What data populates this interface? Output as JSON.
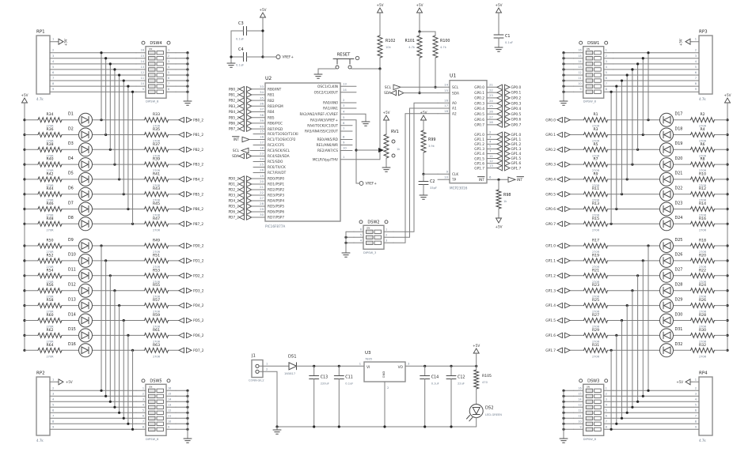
{
  "colors": {
    "background": "#ffffff",
    "wire": "#7d7d7d",
    "component": "#4a4a4a",
    "box_stroke": "#8c8c8c",
    "ref_text": "#1c1c1c",
    "value_text": "#6d7b8c",
    "port_text": "#333333"
  },
  "power": {
    "vcc": "+5V",
    "vref": "VREF+"
  },
  "ports": {
    "scl": "SCL",
    "sda": "SDA",
    "int": "INT"
  },
  "ics": {
    "u2": {
      "ref": "U2",
      "value": "PIC16F877A",
      "left_pins": [
        {
          "num": "33",
          "name": "RB0/INT",
          "port": "PB0_2"
        },
        {
          "num": "34",
          "name": "RB1",
          "port": "PB1_2"
        },
        {
          "num": "35",
          "name": "RB2",
          "port": "PB2_2"
        },
        {
          "num": "36",
          "name": "RB3/PGM",
          "port": "PB3_2"
        },
        {
          "num": "37",
          "name": "RB4",
          "port": "PB4_2"
        },
        {
          "num": "38",
          "name": "RB5",
          "port": "PB5_2"
        },
        {
          "num": "39",
          "name": "RB6/PGC",
          "port": "PB6_2"
        },
        {
          "num": "40",
          "name": "RB7/PGD",
          "port": "PB7_2"
        },
        {
          "num": "15",
          "name": "RC0/T1OSO/T1CKI"
        },
        {
          "num": "16",
          "name": "RC1/T1OSI/CCP2",
          "port": "INT",
          "ptype": "in"
        },
        {
          "num": "17",
          "name": "RC2/CCP1"
        },
        {
          "num": "18",
          "name": "RC3/SCK/SCL",
          "port": "SCL",
          "ptype": "in"
        },
        {
          "num": "23",
          "name": "RC4/SDI/SDA",
          "port": "SDA",
          "ptype": "bi"
        },
        {
          "num": "24",
          "name": "RC5/SDO"
        },
        {
          "num": "25",
          "name": "RC6/TX/CK"
        },
        {
          "num": "26",
          "name": "RC7/RX/DT"
        },
        {
          "num": "19",
          "name": "RD0/PSP0",
          "port": "PD0_2"
        },
        {
          "num": "20",
          "name": "RD1/PSP1",
          "port": "PD1_2"
        },
        {
          "num": "21",
          "name": "RD2/PSP2",
          "port": "PD2_2"
        },
        {
          "num": "22",
          "name": "RD3/PSP3",
          "port": "PD3_2"
        },
        {
          "num": "27",
          "name": "RD4/PSP4",
          "port": "PD4_2"
        },
        {
          "num": "28",
          "name": "RD5/PSP5",
          "port": "PD5_2"
        },
        {
          "num": "29",
          "name": "RD6/PSP6",
          "port": "PD6_2"
        },
        {
          "num": "30",
          "name": "RD7/PSP7",
          "port": "PD7_2"
        }
      ],
      "right_pins": [
        {
          "num": "13",
          "name": "OSC1/CLKIN"
        },
        {
          "num": "14",
          "name": "OSC2/CLKOUT"
        },
        {
          "num": "2",
          "name": "RA0/AN0"
        },
        {
          "num": "3",
          "name": "RA1/AN1"
        },
        {
          "num": "4",
          "name": "RA2/AN2/VREF-/CVREF"
        },
        {
          "num": "5",
          "name": "RA3/AN3/VREF+"
        },
        {
          "num": "6",
          "name": "RA4/T0CKI/C1OUT"
        },
        {
          "num": "7",
          "name": "RA5/AN4/SS/C2OUT"
        },
        {
          "num": "8",
          "name": "RE0/AN5/RD"
        },
        {
          "num": "9",
          "name": "RE1/AN6/WR"
        },
        {
          "num": "10",
          "name": "RE2/AN7/CS"
        },
        {
          "num": "1",
          "name": "MCLR/Vpp/THV"
        }
      ]
    },
    "u1": {
      "ref": "U1",
      "value": "MCP23016",
      "left_pins": [
        {
          "num": "14",
          "name": "SCL"
        },
        {
          "num": "15",
          "name": "SDA"
        },
        {
          "num": "16",
          "name": "A0"
        },
        {
          "num": "17",
          "name": "A1"
        },
        {
          "num": "18",
          "name": "A2"
        },
        {
          "num": "9",
          "name": "CLK"
        },
        {
          "num": "10",
          "name": "TP"
        }
      ],
      "gp0_pins": [
        {
          "num": "21",
          "name": "GP0.0"
        },
        {
          "num": "22",
          "name": "GP0.1"
        },
        {
          "num": "23",
          "name": "GP0.2"
        },
        {
          "num": "24",
          "name": "GP0.3"
        },
        {
          "num": "25",
          "name": "GP0.4"
        },
        {
          "num": "26",
          "name": "GP0.5"
        },
        {
          "num": "27",
          "name": "GP0.6"
        },
        {
          "num": "28",
          "name": "GP0.7"
        }
      ],
      "gp1_pins": [
        {
          "num": "2",
          "name": "GP1.0"
        },
        {
          "num": "3",
          "name": "GP1.1"
        },
        {
          "num": "4",
          "name": "GP1.2"
        },
        {
          "num": "5",
          "name": "GP1.3"
        },
        {
          "num": "7",
          "name": "GP1.4"
        },
        {
          "num": "11",
          "name": "GP1.5"
        },
        {
          "num": "12",
          "name": "GP1.6"
        },
        {
          "num": "13",
          "name": "GP1.7"
        }
      ],
      "int_pin": {
        "num": "6",
        "name": "INT"
      }
    }
  },
  "resistor_packs": [
    {
      "ref": "RP1",
      "value": "4.7k",
      "pins": [
        "1",
        "2",
        "3",
        "4",
        "5",
        "6",
        "7",
        "8",
        "9"
      ]
    },
    {
      "ref": "RP2",
      "value": "4.7k",
      "pins": [
        "1",
        "2",
        "3",
        "4",
        "5",
        "6",
        "7",
        "8",
        "9"
      ]
    },
    {
      "ref": "RP3",
      "value": "4.7k",
      "pins": [
        "1",
        "2",
        "3",
        "4",
        "5",
        "6",
        "7",
        "8",
        "9"
      ]
    },
    {
      "ref": "RP4",
      "value": "4.7k",
      "pins": [
        "1",
        "2",
        "3",
        "4",
        "5",
        "6",
        "7",
        "8",
        "9"
      ]
    }
  ],
  "dip_switches": [
    {
      "ref": "DSW4",
      "value": "DIPSW_8",
      "on_label": "ON",
      "left_pins": [
        "16",
        "15",
        "14",
        "13",
        "12",
        "11",
        "10",
        "9"
      ],
      "right_pins": [
        "1",
        "2",
        "3",
        "4",
        "5",
        "6",
        "7",
        "8"
      ]
    },
    {
      "ref": "DSW5",
      "value": "DIPSW_8",
      "on_label": "ON",
      "left_pins": [
        "1",
        "2",
        "3",
        "4",
        "5",
        "6",
        "7",
        "8"
      ],
      "right_pins": [
        "16",
        "15",
        "14",
        "13",
        "12",
        "11",
        "10",
        "9"
      ]
    },
    {
      "ref": "DSW1",
      "value": "DIPSW_8",
      "on_label": "ON",
      "left_pins": [
        "16",
        "15",
        "14",
        "13",
        "12",
        "11",
        "10",
        "9"
      ],
      "right_pins": [
        "1",
        "2",
        "3",
        "4",
        "5",
        "6",
        "7",
        "8"
      ]
    },
    {
      "ref": "DSW3",
      "value": "DIPSW_8",
      "on_label": "ON",
      "left_pins": [
        "16",
        "15",
        "14",
        "13",
        "12",
        "11",
        "10",
        "9"
      ],
      "right_pins": [
        "1",
        "2",
        "3",
        "4",
        "5",
        "6",
        "7",
        "8"
      ]
    },
    {
      "ref": "DSW2",
      "value": "DIPSW_3",
      "on_label": "ON",
      "left_pins": [
        "6",
        "5",
        "4"
      ],
      "right_pins": [
        "1",
        "2",
        "3"
      ]
    }
  ],
  "led_groups": [
    {
      "name": "left-upper",
      "rows": [
        {
          "led": "D1",
          "r_rail": "R34",
          "r_port": "R33",
          "r_value": "270R",
          "port": "PB0_2"
        },
        {
          "led": "D2",
          "r_rail": "R36",
          "r_port": "R35",
          "r_value": "270R",
          "port": "PB1_2"
        },
        {
          "led": "D3",
          "r_rail": "R38",
          "r_port": "R37",
          "r_value": "270R",
          "port": "PB2_2"
        },
        {
          "led": "D4",
          "r_rail": "R40",
          "r_port": "R39",
          "r_value": "270R",
          "port": "PB3_2"
        },
        {
          "led": "D5",
          "r_rail": "R42",
          "r_port": "R41",
          "r_value": "270R",
          "port": "PB4_2"
        },
        {
          "led": "D6",
          "r_rail": "R44",
          "r_port": "R43",
          "r_value": "270R",
          "port": "PB5_2"
        },
        {
          "led": "D7",
          "r_rail": "R46",
          "r_port": "R45",
          "r_value": "270R",
          "port": "PB6_2"
        },
        {
          "led": "D8",
          "r_rail": "R48",
          "r_port": "R47",
          "r_value": "270R",
          "port": "PB7_2"
        }
      ]
    },
    {
      "name": "left-lower",
      "rows": [
        {
          "led": "D9",
          "r_rail": "R50",
          "r_port": "R49",
          "r_value": "270R",
          "port": "PD0_2"
        },
        {
          "led": "D10",
          "r_rail": "R52",
          "r_port": "R51",
          "r_value": "270R",
          "port": "PD1_2"
        },
        {
          "led": "D11",
          "r_rail": "R54",
          "r_port": "R53",
          "r_value": "270R",
          "port": "PD2_2"
        },
        {
          "led": "D12",
          "r_rail": "R56",
          "r_port": "R55",
          "r_value": "270R",
          "port": "PD3_2"
        },
        {
          "led": "D13",
          "r_rail": "R58",
          "r_port": "R57",
          "r_value": "270R",
          "port": "PD4_2"
        },
        {
          "led": "D14",
          "r_rail": "R60",
          "r_port": "R59",
          "r_value": "270R",
          "port": "PD5_2"
        },
        {
          "led": "D15",
          "r_rail": "R62",
          "r_port": "R61",
          "r_value": "270R",
          "port": "PD6_2"
        },
        {
          "led": "D16",
          "r_rail": "R64",
          "r_port": "R63",
          "r_value": "270R",
          "port": "PD7_2"
        }
      ]
    },
    {
      "name": "right-upper",
      "rows": [
        {
          "led": "D17",
          "r_rail": "R2",
          "r_port": "R1",
          "r_value": "270R",
          "port": "GP0.0"
        },
        {
          "led": "D18",
          "r_rail": "R4",
          "r_port": "R3",
          "r_value": "270R",
          "port": "GP0.1"
        },
        {
          "led": "D19",
          "r_rail": "R6",
          "r_port": "R5",
          "r_value": "270R",
          "port": "GP0.2"
        },
        {
          "led": "D20",
          "r_rail": "R8",
          "r_port": "R7",
          "r_value": "270R",
          "port": "GP0.3"
        },
        {
          "led": "D21",
          "r_rail": "R10",
          "r_port": "R9",
          "r_value": "270R",
          "port": "GP0.4"
        },
        {
          "led": "D22",
          "r_rail": "R12",
          "r_port": "R11",
          "r_value": "270R",
          "port": "GP0.5"
        },
        {
          "led": "D23",
          "r_rail": "R14",
          "r_port": "R13",
          "r_value": "270R",
          "port": "GP0.6"
        },
        {
          "led": "D24",
          "r_rail": "R16",
          "r_port": "R15",
          "r_value": "270R",
          "port": "GP0.7"
        }
      ]
    },
    {
      "name": "right-lower",
      "rows": [
        {
          "led": "D25",
          "r_rail": "R18",
          "r_port": "R17",
          "r_value": "270R",
          "port": "GP1.0"
        },
        {
          "led": "D26",
          "r_rail": "R20",
          "r_port": "R19",
          "r_value": "270R",
          "port": "GP1.1"
        },
        {
          "led": "D27",
          "r_rail": "R22",
          "r_port": "R21",
          "r_value": "270R",
          "port": "GP1.2"
        },
        {
          "led": "D28",
          "r_rail": "R24",
          "r_port": "R23",
          "r_value": "270R",
          "port": "GP1.3"
        },
        {
          "led": "D29",
          "r_rail": "R26",
          "r_port": "R25",
          "r_value": "270R",
          "port": "GP1.4"
        },
        {
          "led": "D30",
          "r_rail": "R28",
          "r_port": "R27",
          "r_value": "270R",
          "port": "GP1.5"
        },
        {
          "led": "D31",
          "r_rail": "R30",
          "r_port": "R29",
          "r_value": "270R",
          "port": "GP1.6"
        },
        {
          "led": "D32",
          "r_rail": "R32",
          "r_port": "R31",
          "r_value": "270R",
          "port": "GP1.7"
        }
      ]
    }
  ],
  "center": {
    "reset": {
      "ref": "RESET"
    },
    "r102": {
      "ref": "R102",
      "value": "10k"
    },
    "r101": {
      "ref": "R101",
      "value": "4.7k"
    },
    "r100": {
      "ref": "R100",
      "value": "4.7k"
    },
    "r99": {
      "ref": "R99",
      "value": "3.9k"
    },
    "r98": {
      "ref": "R98",
      "value": "1k"
    },
    "rv1": {
      "ref": "RV1",
      "value": "1k"
    },
    "c1": {
      "ref": "C1",
      "value": "0.1uF"
    },
    "c2": {
      "ref": "C2",
      "value": "33pF"
    },
    "c3": {
      "ref": "C3",
      "value": "0.1uF"
    },
    "c4": {
      "ref": "C4",
      "value": "0.1uF"
    }
  },
  "power_supply": {
    "j1": {
      "ref": "J1",
      "value": "CONN-SIL2",
      "pins": [
        "1",
        "2"
      ]
    },
    "d51": {
      "ref": "D51",
      "value": "1N5817"
    },
    "c13": {
      "ref": "C13",
      "value": "220uF"
    },
    "c11": {
      "ref": "C11",
      "value": "0.1uF"
    },
    "u3": {
      "ref": "U3",
      "value": "7805",
      "pin_in": "VI",
      "pin_out": "VO",
      "pin_gnd": "GND",
      "num_in": "1",
      "num_out": "3",
      "num_gnd": "2"
    },
    "c14": {
      "ref": "C14",
      "value": "0.1uF"
    },
    "c12": {
      "ref": "C12",
      "value": "22uF"
    },
    "r105": {
      "ref": "R105",
      "value": "470"
    },
    "d52": {
      "ref": "D52",
      "value": "LED-GREEN"
    }
  }
}
